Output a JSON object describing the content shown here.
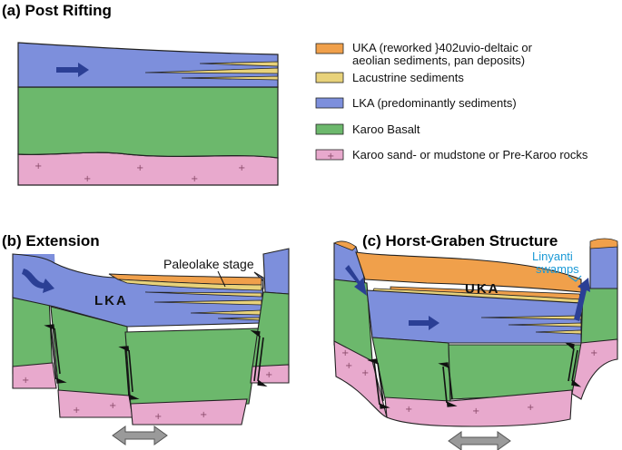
{
  "panels": {
    "a": {
      "title": "(a) Post Rifting"
    },
    "b": {
      "title": "(b) Extension",
      "lake_label": "Paleolake stage",
      "unit_label": "LKA"
    },
    "c": {
      "title": "(c) Horst-Graben Structure",
      "unit_label": "UKA",
      "swamp_line1": "Linyanti",
      "swamp_line2": "swamps"
    }
  },
  "legend": [
    {
      "line1": "UKA (reworked }402uvio-deltaic or",
      "line2": "aeolian sediments, pan deposits)",
      "color": "#f0a04b"
    },
    {
      "line1": "Lacustrine sediments",
      "line2": "",
      "color": "#e8d27a"
    },
    {
      "line1": "LKA (predominantly sediments)",
      "line2": "",
      "color": "#7d8fdc"
    },
    {
      "line1": "Karoo Basalt",
      "line2": "",
      "color": "#6cb86c"
    },
    {
      "line1": "Karoo sand- or mudstone or Pre-Karoo rocks",
      "line2": "",
      "color": "#e8a9cd"
    }
  ],
  "colors": {
    "uka": "#f0a04b",
    "lacustrine": "#e8d27a",
    "lka": "#7d8fdc",
    "basalt": "#6cb86c",
    "karoo": "#e8a9cd",
    "arrow": "#2b3f95",
    "extension_arrow": "#9a9a9a"
  },
  "icons": [
    "flow-arrow-icon",
    "fault-arrow-icon",
    "extension-arrow-icon"
  ]
}
